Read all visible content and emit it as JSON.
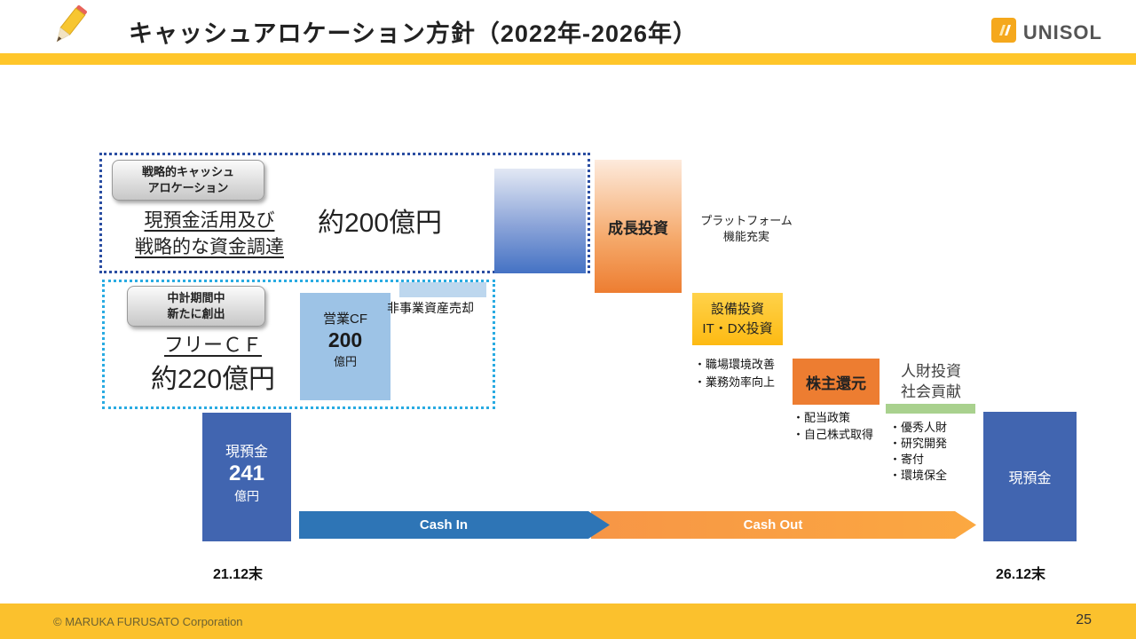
{
  "header": {
    "title": "キャッシュアロケーション方針（2022年-2026年）",
    "logo_text": "UNISOL"
  },
  "strategic": {
    "badge_line1": "戦略的キャッシュ",
    "badge_line2": "アロケーション",
    "label_line1": "現預金活用及び",
    "label_line2": "戦略的な資金調達",
    "amount": "約200億円"
  },
  "freecf": {
    "badge_line1": "中計期間中",
    "badge_line2": "新たに創出",
    "label": "フリーＣＦ",
    "amount": "約220億円"
  },
  "operating_cf": {
    "label": "営業CF",
    "value": "200",
    "unit": "億円"
  },
  "asset_sale": {
    "label": "非事業資産売却"
  },
  "growth": {
    "label": "成長投資",
    "note_line1": "プラットフォーム",
    "note_line2": "機能充実"
  },
  "capex": {
    "line1": "設備投資",
    "line2": "IT・DX投資",
    "bullets": [
      "・職場環境改善",
      "・業務効率向上"
    ]
  },
  "shareholder": {
    "label": "株主還元",
    "bullets": [
      "・配当政策",
      "・自己株式取得"
    ]
  },
  "human": {
    "line1": "人財投資",
    "line2": "社会貢献",
    "bullets": [
      "・優秀人財",
      "・研究開発",
      "・寄付",
      "・環境保全"
    ]
  },
  "start_bar": {
    "label": "現預金",
    "value": "241",
    "unit": "億円",
    "date": "21.12末"
  },
  "end_bar": {
    "label": "現預金",
    "date": "26.12末"
  },
  "arrows": {
    "cash_in": "Cash In",
    "cash_out": "Cash Out"
  },
  "footer": {
    "copyright": "© MARUKA FURUSATO Corporation",
    "page": "25"
  },
  "colors": {
    "accent_yellow": "#FFC62A",
    "footer_yellow": "#FBC12D",
    "bar_blue": "#4165B0",
    "gradient_blue": "#4472C4",
    "light_blue": "#9DC3E6",
    "pale_blue": "#BDD7EE",
    "orange": "#ED7D31",
    "capex_yellow": "#FFC000",
    "green": "#A9D18E",
    "cash_in_blue": "#2E75B6",
    "cash_out_orange": "#F89A38",
    "dotted_navy": "#2B4EA2",
    "dotted_cyan": "#29ABE2"
  },
  "chart_data": {
    "type": "waterfall",
    "title": "キャッシュアロケーション方針（2022年-2026年）",
    "unit": "億円",
    "period": {
      "start": "21.12末",
      "end": "26.12末"
    },
    "start": {
      "label": "現預金",
      "value": 241
    },
    "cash_in": [
      {
        "label": "営業CF",
        "value": 200
      },
      {
        "label": "非事業資産売却",
        "value": null
      },
      {
        "label": "現預金活用及び戦略的な資金調達",
        "value": 200,
        "note": "約200億円・戦略的キャッシュアロケーション"
      }
    ],
    "free_cf": {
      "label": "フリーＣＦ",
      "value": 220,
      "note": "約220億円・中計期間中新たに創出"
    },
    "cash_out": [
      {
        "label": "成長投資",
        "note": "プラットフォーム機能充実"
      },
      {
        "label": "設備投資 IT・DX投資",
        "details": [
          "職場環境改善",
          "業務効率向上"
        ]
      },
      {
        "label": "株主還元",
        "details": [
          "配当政策",
          "自己株式取得"
        ]
      },
      {
        "label": "人財投資 社会貢献",
        "details": [
          "優秀人財",
          "研究開発",
          "寄付",
          "環境保全"
        ]
      }
    ],
    "end": {
      "label": "現預金",
      "value": null
    },
    "legend": [
      "Cash In",
      "Cash Out"
    ]
  }
}
